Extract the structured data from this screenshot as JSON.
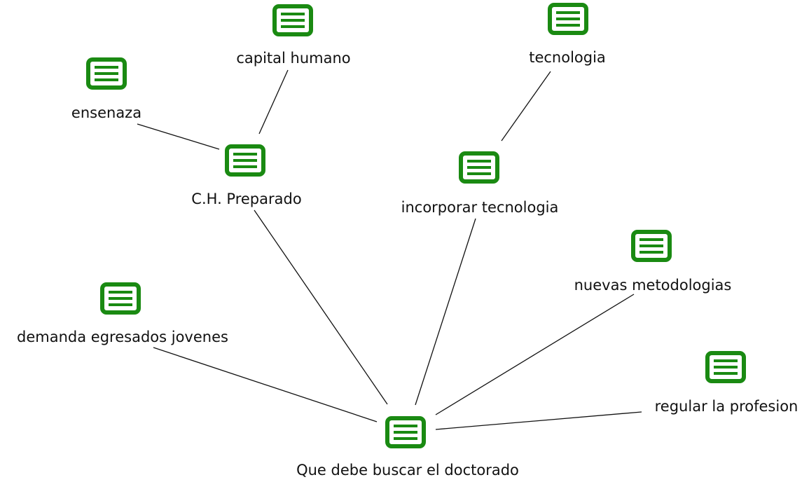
{
  "colors": {
    "node_green": "#1a8a12",
    "edge": "#111111"
  },
  "icon": "list-icon",
  "nodes": [
    {
      "id": "capital-humano",
      "label": "capital humano"
    },
    {
      "id": "tecnologia",
      "label": "tecnologia"
    },
    {
      "id": "ensenaza",
      "label": "ensenaza"
    },
    {
      "id": "ch-preparado",
      "label": "C.H. Preparado"
    },
    {
      "id": "incorporar-tecnologia",
      "label": "incorporar tecnologia"
    },
    {
      "id": "nuevas-metodologias",
      "label": "nuevas metodologias"
    },
    {
      "id": "demanda-egresados-jovenes",
      "label": "demanda egresados jovenes"
    },
    {
      "id": "regular-la-profesion",
      "label": "regular la profesion"
    },
    {
      "id": "que-debe-buscar",
      "label": "Que debe buscar el doctorado"
    }
  ],
  "edges": [
    [
      "capital-humano",
      "ch-preparado"
    ],
    [
      "ensenaza",
      "ch-preparado"
    ],
    [
      "tecnologia",
      "incorporar-tecnologia"
    ],
    [
      "ch-preparado",
      "que-debe-buscar"
    ],
    [
      "incorporar-tecnologia",
      "que-debe-buscar"
    ],
    [
      "nuevas-metodologias",
      "que-debe-buscar"
    ],
    [
      "demanda-egresados-jovenes",
      "que-debe-buscar"
    ],
    [
      "regular-la-profesion",
      "que-debe-buscar"
    ]
  ]
}
